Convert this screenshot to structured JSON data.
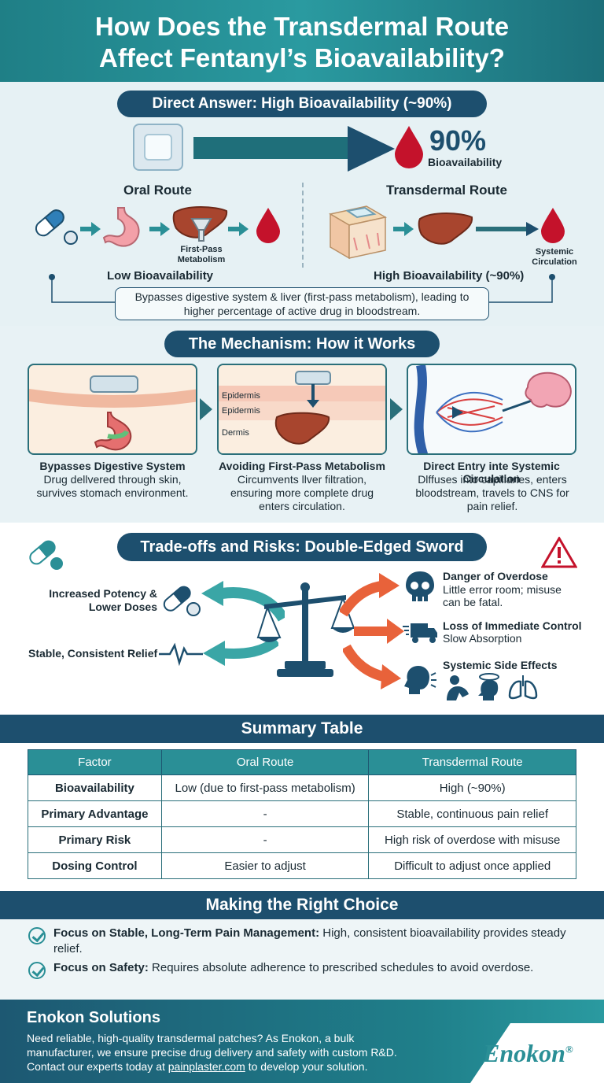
{
  "title_line1": "How Does the Transdermal Route",
  "title_line2": "Affect Fentanyl’s Bioavailability?",
  "direct": {
    "heading": "Direct Answer: High Bioavailability (~90%)",
    "percent": "90%",
    "percent_label": "Bioavailability",
    "oral_title": "Oral Route",
    "oral_result": "Low Bioavailability",
    "first_pass_label": "First-Pass Metabolism",
    "trans_title": "Transdermal Route",
    "trans_result": "High Bioavailability (~90%)",
    "systemic_label": "Systemic Circulation",
    "note": "Bypasses digestive system & liver (first-pass metabolism), leading to higher percentage of active drug in bloodstream."
  },
  "mechanism": {
    "heading": "The Mechanism: How it Works",
    "layer1": "Epidermis",
    "layer2": "Epidermis",
    "layer3": "Dermis",
    "steps": [
      {
        "title": "Bypasses Digestive System",
        "body": "Drug dellvered through skin, survives stomach environment."
      },
      {
        "title": "Avoiding First-Pass Metabolism",
        "body": "Circumvents llver filtration, ensuring more complete drug enters circulation."
      },
      {
        "title": "Direct Entry inte Systemic Circulation",
        "body": "Dlffuses into capillaries, enters bloodstream, travels to CNS for pain relief."
      }
    ]
  },
  "tradeoffs": {
    "heading": "Trade-offs and Risks: Double-Edged Sword",
    "pro1": "Increased Potency & Lower Doses",
    "pro2": "Stable, Consistent Relief",
    "risk1_title": "Danger of Overdose",
    "risk1_body": "Little error room; misuse can be fatal.",
    "risk2_title": "Loss of Immediate Control",
    "risk2_body": "Slow Absorption",
    "risk3_title": "Systemic Side Effects"
  },
  "summary": {
    "heading": "Summary Table",
    "columns": [
      "Factor",
      "Oral Route",
      "Transdermal Route"
    ],
    "rows": [
      [
        "Bioavailability",
        "Low (due to first-pass metabolism)",
        "High (~90%)"
      ],
      [
        "Primary Advantage",
        "-",
        "Stable, continuous pain relief"
      ],
      [
        "Primary Risk",
        "-",
        "High risk of overdose with misuse"
      ],
      [
        "Dosing Control",
        "Easier to adjust",
        "Difficult to adjust once applied"
      ]
    ]
  },
  "choice": {
    "heading": "Making the Right Choice",
    "items": [
      {
        "bold": "Focus on Stable, Long-Term Pain Management:",
        "text": " High, consistent bioavailability provides steady relief."
      },
      {
        "bold": "Focus on Safety:",
        "text": " Requires absolute adherence to prescribed schedules to avoid overdose."
      }
    ]
  },
  "footer": {
    "heading": "Enokon Solutions",
    "line1": "Need reliable, high-quality transdermal patches? As Enokon, a bulk",
    "line2": "manufacturer, we ensure precise drug delivery and safety with custom R&D.",
    "line3_pre": "Contact our experts today at ",
    "link": "painplaster.com",
    "line3_post": " to develop your solution.",
    "logo": "Enokon",
    "logo_mark": "®"
  },
  "colors": {
    "teal": "#2a8f96",
    "navy": "#1d4f6e",
    "blood": "#c4122b",
    "orange": "#e8623a"
  }
}
